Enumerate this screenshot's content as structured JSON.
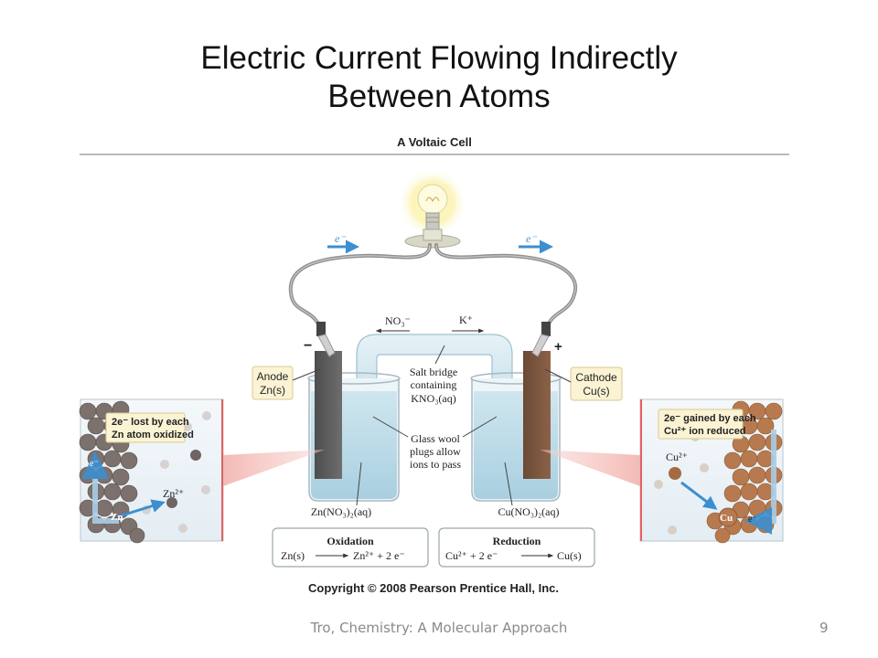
{
  "slide": {
    "title_line1": "Electric Current Flowing Indirectly",
    "title_line2": "Between Atoms",
    "footer": "Tro, Chemistry: A Molecular Approach",
    "page_number": "9"
  },
  "figure": {
    "heading": "A Voltaic Cell",
    "electron_left": "e⁻",
    "electron_right": "e⁻",
    "ion_no3": "NO₃⁻",
    "ion_k": "K⁺",
    "minus_sign": "−",
    "plus_sign": "+",
    "anode_line1": "Anode",
    "anode_line2": "Zn(s)",
    "cathode_line1": "Cathode",
    "cathode_line2": "Cu(s)",
    "salt_bridge_1": "Salt bridge",
    "salt_bridge_2": "containing",
    "salt_bridge_3": "KNO₃(aq)",
    "glass_wool_1": "Glass wool",
    "glass_wool_2": "plugs allow",
    "glass_wool_3": "ions to pass",
    "solution_left": "Zn(NO₃)₂(aq)",
    "solution_right": "Cu(NO₃)₂(aq)",
    "left_inset_line1": "2e⁻ lost by each",
    "left_inset_line2": "Zn atom oxidized",
    "left_inset_e": "e⁻",
    "left_inset_zn2": "Zn²⁺",
    "left_inset_zn": "Zn",
    "right_inset_line1": "2e⁻ gained by each",
    "right_inset_line2": "Cu²⁺ ion reduced",
    "right_inset_cu2": "Cu²⁺",
    "right_inset_cu": "Cu",
    "right_inset_e": "e⁻",
    "oxidation_title": "Oxidation",
    "oxidation_left": "Zn(s)",
    "oxidation_right": "Zn²⁺ + 2 e⁻",
    "reduction_title": "Reduction",
    "reduction_left": "Cu²⁺ + 2 e⁻",
    "reduction_right": "Cu(s)",
    "copyright": "Copyright © 2008 Pearson Prentice Hall, Inc."
  }
}
